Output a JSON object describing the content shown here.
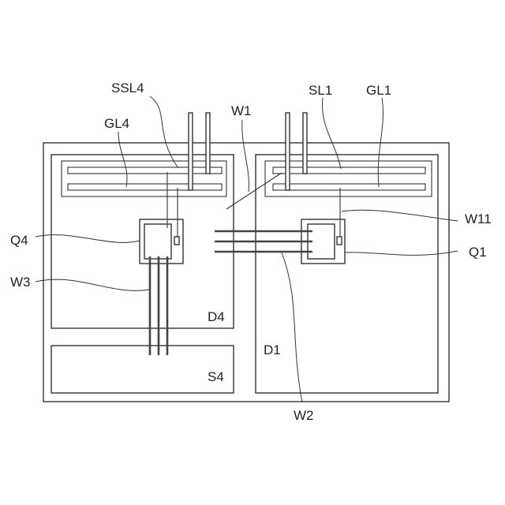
{
  "labels": {
    "ssl4": "SSL4",
    "gl4": "GL4",
    "w1": "W1",
    "sl1": "SL1",
    "gl1": "GL1",
    "w11": "W11",
    "q4": "Q4",
    "q1": "Q1",
    "w3": "W3",
    "d4": "D4",
    "d1": "D1",
    "s4": "S4",
    "w2": "W2"
  },
  "colors": {
    "line": "#333333",
    "background": "#ffffff"
  }
}
